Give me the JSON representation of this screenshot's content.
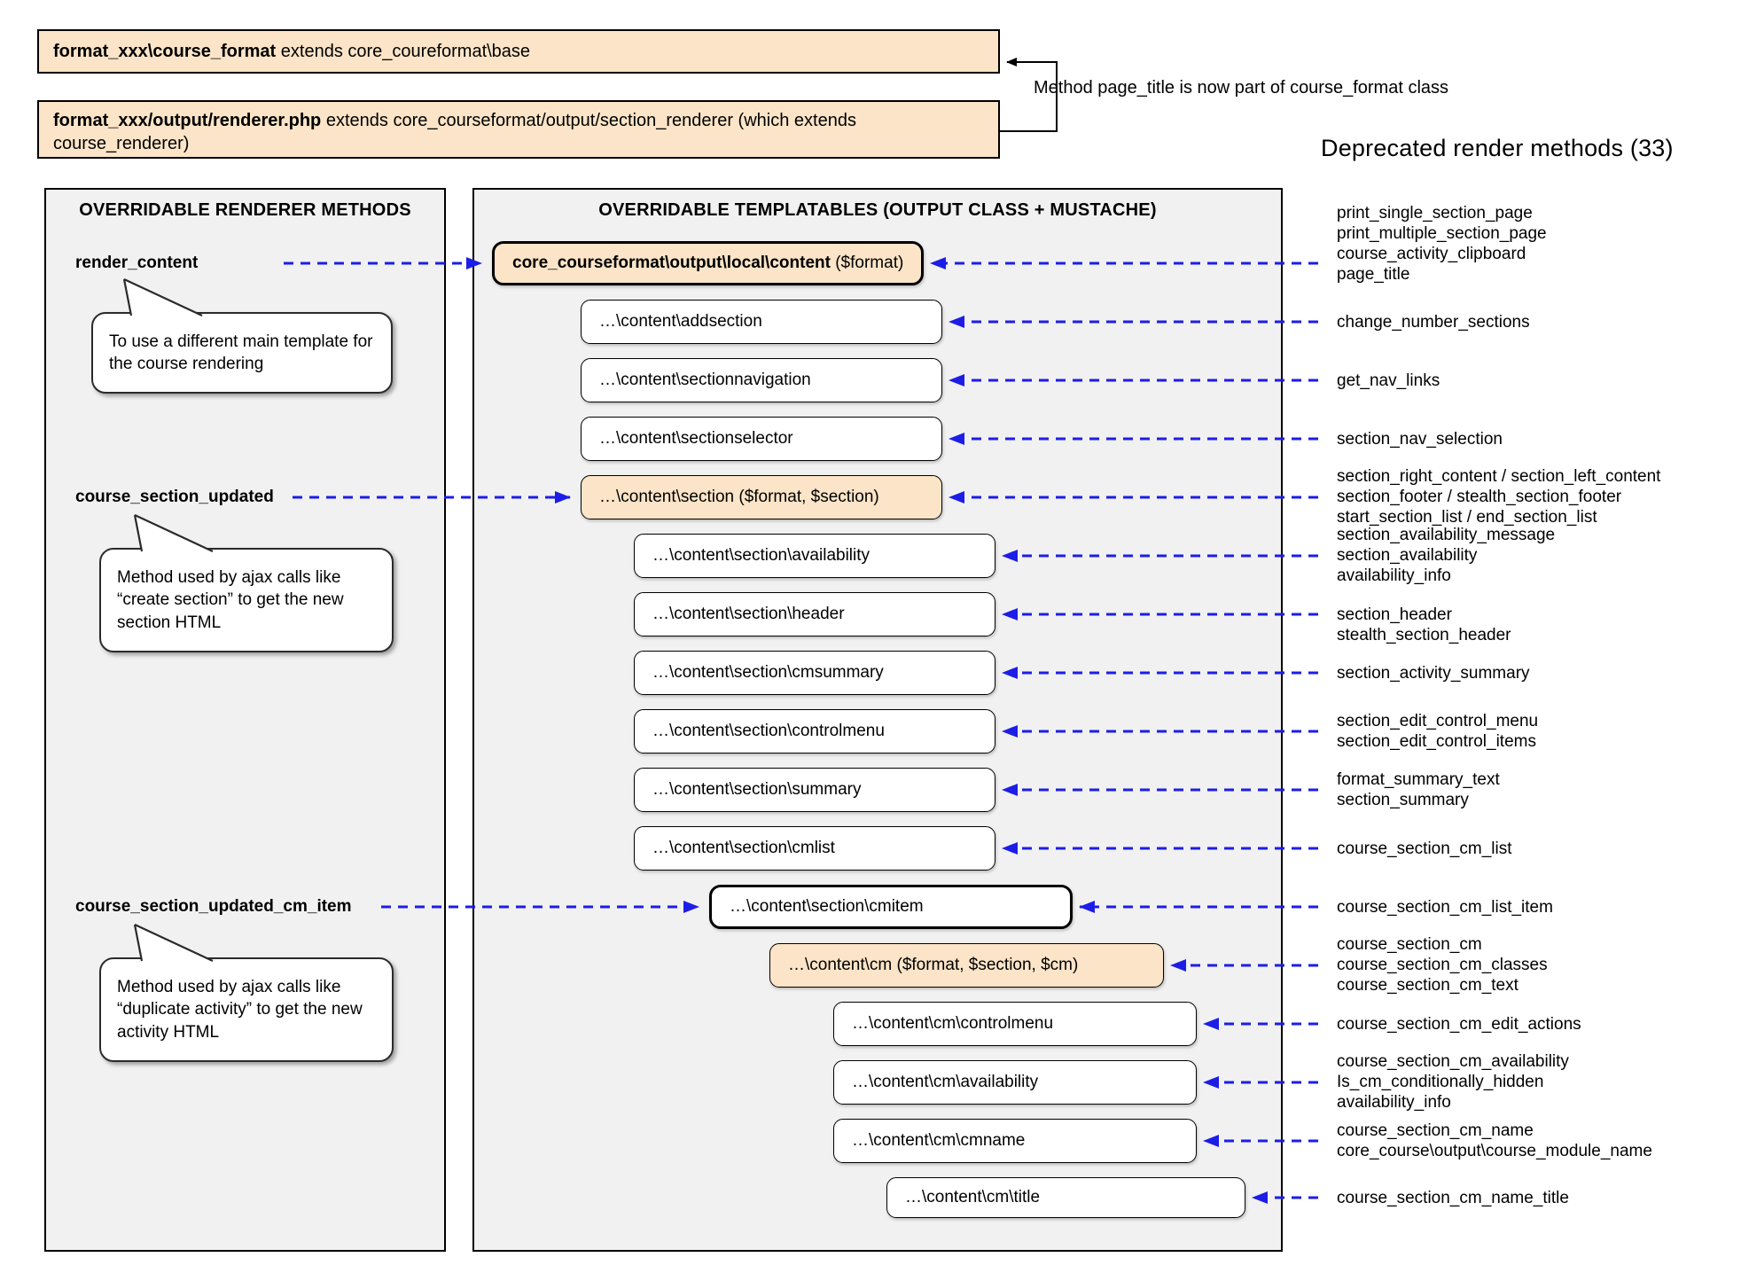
{
  "top": {
    "box1_bold": "format_xxx\\course_format",
    "box1_rest": " extends core_coureformat\\base",
    "box2_bold": "format_xxx/output/renderer.php",
    "box2_rest": " extends core_courseformat/output/section_renderer (which extends course_renderer)",
    "note": "Method page_title is now part of course_format class"
  },
  "renderer_methods": {
    "title": "OVERRIDABLE RENDERER METHODS",
    "methods": [
      {
        "name": "render_content",
        "note": "To use a different main template for the course rendering"
      },
      {
        "name": "course_section_updated",
        "note": "Method used by ajax calls like “create section” to get the new section HTML"
      },
      {
        "name": "course_section_updated_cm_item",
        "note": "Method used by ajax calls like “duplicate activity” to get the new activity HTML"
      }
    ]
  },
  "templatables": {
    "title": "OVERRIDABLE TEMPLATABLES (OUTPUT CLASS + MUSTACHE)",
    "boxes": [
      {
        "bold": "core_courseformat\\output\\local\\content",
        "rest": " ($format)"
      },
      {
        "label": "…\\content\\addsection"
      },
      {
        "label": "…\\content\\sectionnavigation"
      },
      {
        "label": "…\\content\\sectionselector"
      },
      {
        "label": "…\\content\\section ($format, $section)"
      },
      {
        "label": "…\\content\\section\\availability"
      },
      {
        "label": "…\\content\\section\\header"
      },
      {
        "label": "…\\content\\section\\cmsummary"
      },
      {
        "label": "…\\content\\section\\controlmenu"
      },
      {
        "label": "…\\content\\section\\summary"
      },
      {
        "label": "…\\content\\section\\cmlist"
      },
      {
        "label": "…\\content\\section\\cmitem"
      },
      {
        "label": "…\\content\\cm ($format, $section, $cm)"
      },
      {
        "label": "…\\content\\cm\\controlmenu"
      },
      {
        "label": "…\\content\\cm\\availability"
      },
      {
        "label": "…\\content\\cm\\cmname"
      },
      {
        "label": "…\\content\\cm\\title"
      }
    ]
  },
  "deprecated": {
    "heading": "Deprecated render methods (33)",
    "groups": [
      {
        "lines": [
          "print_single_section_page",
          "print_multiple_section_page",
          "course_activity_clipboard",
          "page_title"
        ]
      },
      {
        "lines": [
          "change_number_sections"
        ]
      },
      {
        "lines": [
          "get_nav_links"
        ]
      },
      {
        "lines": [
          "section_nav_selection"
        ]
      },
      {
        "lines": [
          "section_right_content / section_left_content",
          "section_footer / stealth_section_footer",
          "start_section_list / end_section_list"
        ]
      },
      {
        "lines": [
          "section_availability_message",
          "section_availability",
          "availability_info"
        ]
      },
      {
        "lines": [
          "section_header",
          "stealth_section_header"
        ]
      },
      {
        "lines": [
          "section_activity_summary"
        ]
      },
      {
        "lines": [
          "section_edit_control_menu",
          "section_edit_control_items"
        ]
      },
      {
        "lines": [
          "format_summary_text",
          "section_summary"
        ]
      },
      {
        "lines": [
          "course_section_cm_list"
        ]
      },
      {
        "lines": [
          "course_section_cm_list_item"
        ]
      },
      {
        "lines": [
          "course_section_cm",
          "course_section_cm_classes",
          "course_section_cm_text"
        ]
      },
      {
        "lines": [
          "course_section_cm_edit_actions"
        ]
      },
      {
        "lines": [
          "course_section_cm_availability",
          "Is_cm_conditionally_hidden",
          "availability_info"
        ]
      },
      {
        "lines": [
          "course_section_cm_name",
          "core_course\\output\\course_module_name"
        ]
      },
      {
        "lines": [
          "course_section_cm_name_title"
        ]
      }
    ]
  },
  "colors": {
    "highlight_peach": "#fbe4c7",
    "arrow_blue": "#1d1de8",
    "panel_gray": "#f1f1f1"
  }
}
